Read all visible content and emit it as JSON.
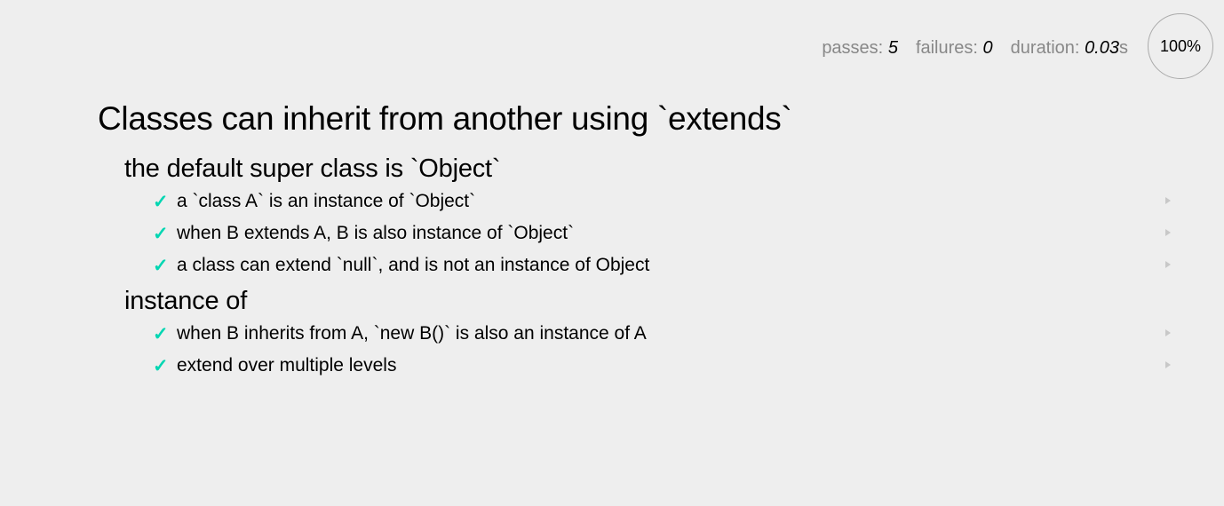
{
  "stats": {
    "passes_label": "passes:",
    "passes_value": "5",
    "failures_label": "failures:",
    "failures_value": "0",
    "duration_label": "duration:",
    "duration_value": "0.03",
    "duration_unit": "s",
    "progress": "100%"
  },
  "suite": {
    "title": "Classes can inherit from another using `extends`",
    "subsuites": [
      {
        "title": "the default super class is `Object`",
        "tests": [
          {
            "title": "a `class A` is an instance of `Object`",
            "check": "✓"
          },
          {
            "title": "when B extends A, B is also instance of `Object`",
            "check": "✓"
          },
          {
            "title": "a class can extend `null`, and is not an instance of Object",
            "check": "✓"
          }
        ]
      },
      {
        "title": "instance of",
        "tests": [
          {
            "title": "when B inherits from A, `new B()` is also an instance of A",
            "check": "✓"
          },
          {
            "title": "extend over multiple levels",
            "check": "✓"
          }
        ]
      }
    ]
  },
  "colors": {
    "pass": "#00d6b2",
    "background": "#eeeeee",
    "stat_label": "#888888"
  },
  "icons": {
    "check": "check-icon",
    "expander": "triangle-right-icon"
  }
}
